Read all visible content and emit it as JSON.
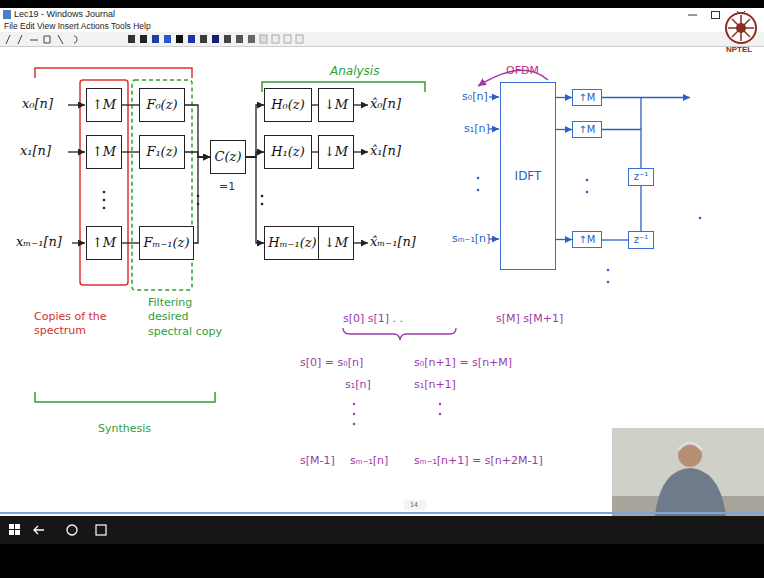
{
  "diagram": {
    "nodes": [
      {
        "text": [
          "↑M"
        ]
      },
      {
        "text": [
          "↑M"
        ]
      },
      {
        "text": [
          "↑M"
        ]
      },
      {
        "text": [
          "F₀(z)"
        ]
      },
      {
        "text": [
          "F₁(z)"
        ]
      },
      {
        "text": [
          "Fₘ₋₁(z)"
        ]
      },
      {
        "text": [
          "C(z)"
        ]
      },
      {
        "text": [
          "H₀(z)"
        ]
      },
      {
        "text": [
          "H₁(z)"
        ]
      },
      {
        "text": [
          "Hₘ₋₁(z)"
        ]
      },
      {
        "text": [
          "↓M"
        ]
      },
      {
        "text": [
          "↓M"
        ]
      },
      {
        "text": [
          "↓M"
        ]
      },
      {
        "text": [
          "IDFT"
        ]
      },
      {
        "text": [
          "↑M"
        ]
      },
      {
        "text": [
          "↑M"
        ]
      },
      {
        "text": [
          "↑M"
        ]
      },
      {
        "text": [
          "z⁻¹"
        ]
      },
      {
        "text": [
          "z⁻¹"
        ]
      }
    ],
    "edges": [
      {
        "from": 0,
        "to": 3,
        "arrow": "none"
      },
      {
        "from": 1,
        "to": 4,
        "arrow": "none"
      },
      {
        "from": 2,
        "to": 5,
        "arrow": "none"
      },
      {
        "from": 3,
        "to": 6,
        "arrow": "to"
      },
      {
        "from": 4,
        "to": 6,
        "arrow": "to"
      },
      {
        "from": 5,
        "to": 6,
        "arrow": "to"
      },
      {
        "from": 6,
        "to": 7,
        "arrow": "to"
      },
      {
        "from": 6,
        "to": 8,
        "arrow": "to"
      },
      {
        "from": 6,
        "to": 9,
        "arrow": "to"
      },
      {
        "from": 7,
        "to": 10,
        "arrow": "none"
      },
      {
        "from": 8,
        "to": 11,
        "arrow": "none"
      },
      {
        "from": 9,
        "to": 12,
        "arrow": "none"
      },
      {
        "from": 13,
        "to": 14,
        "arrow": "to"
      },
      {
        "from": 13,
        "to": 15,
        "arrow": "to"
      },
      {
        "from": 13,
        "to": 16,
        "arrow": "to"
      },
      {
        "from": 15,
        "to": 17,
        "arrow": "none"
      },
      {
        "from": 16,
        "to": 18,
        "arrow": "none"
      },
      {
        "from": 18,
        "to": 17,
        "arrow": "none"
      }
    ],
    "labels": [
      "Lec19 - Windows Journal",
      "File Edit View Insert Actions Tools Help",
      "NPTEL",
      "x₀[n]",
      "x₁[n]",
      "xₘ₋₁[n]",
      "=1",
      "Analysis",
      "x̂₀[n]",
      "x̂₁[n]",
      "x̂ₘ₋₁[n]",
      "OFDM",
      "s₀[n]",
      "s₁[n]",
      "sₘ₋₁[n]",
      "Copies of the spectrum",
      "Filtering desired spectral copy",
      "Synthesis",
      "s[0] s[1] . .",
      "s[M] s[M+1]",
      "s[0] = s₀[n]",
      "s₀[n+1] = s[n+M]",
      "s₁[n]",
      "s₁[n+1]",
      "s[M-1]",
      "sₘ₋₁[n]",
      "sₘ₋₁[n+1] = s[n+2M-1]",
      "14"
    ]
  }
}
